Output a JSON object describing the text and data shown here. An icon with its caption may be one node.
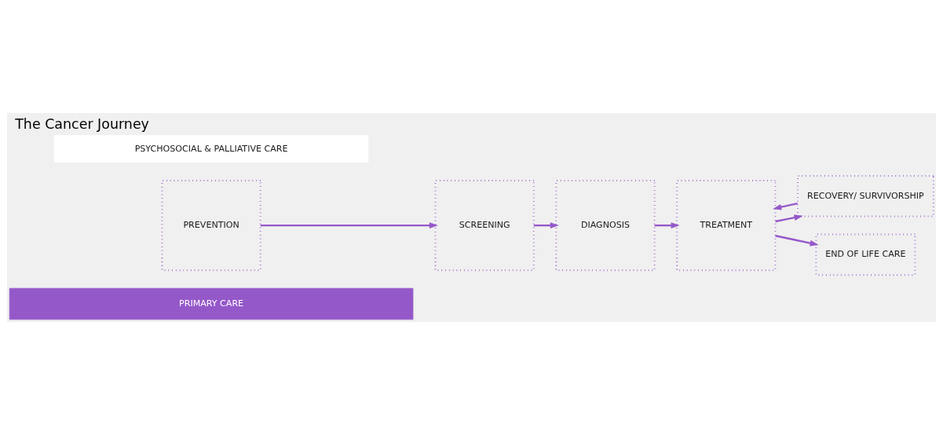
{
  "diagram": {
    "title": "The Cancer Journey",
    "nodes": [
      {
        "text": [
          "PRIMARY CARE"
        ]
      },
      {
        "text": [
          "PREVENTION"
        ]
      },
      {
        "text": [
          "SCREENING"
        ]
      },
      {
        "text": [
          "DIAGNOSIS"
        ]
      },
      {
        "text": [
          "TREATMENT"
        ]
      },
      {
        "text": [
          "RECOVERY/ SURVIVORSHIP"
        ]
      },
      {
        "text": [
          "END OF LIFE CARE"
        ]
      },
      {
        "text": [
          "PSYCHOSOCIAL & PALLIATIVE CARE"
        ]
      }
    ],
    "edges": [
      {
        "from": 1,
        "to": 2,
        "arrow": "to"
      },
      {
        "from": 2,
        "to": 3,
        "arrow": "to"
      },
      {
        "from": 3,
        "to": 4,
        "arrow": "to"
      },
      {
        "from": 4,
        "to": 5,
        "arrow": "to"
      },
      {
        "from": 5,
        "to": 4,
        "arrow": "to"
      },
      {
        "from": 4,
        "to": 6,
        "arrow": "to"
      }
    ]
  }
}
